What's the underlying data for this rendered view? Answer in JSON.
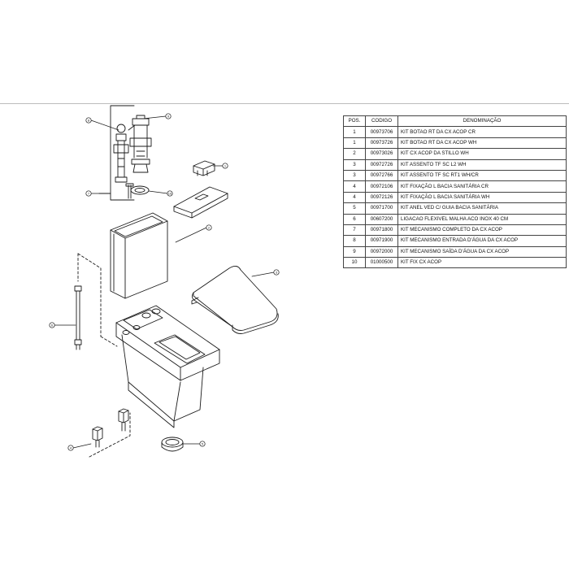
{
  "table": {
    "headers": {
      "pos": "POS.",
      "code": "CODIGO",
      "desc": "DENOMINAÇÃO"
    },
    "rows": [
      {
        "pos": "1",
        "code": "00973706",
        "desc": "KIT BOTAO RT DA CX ACOP CR"
      },
      {
        "pos": "1",
        "code": "00973726",
        "desc": "KIT BOTAO RT DA CX ACOP WH"
      },
      {
        "pos": "2",
        "code": "00973026",
        "desc": "KIT CX ACOP DA STILLO WH"
      },
      {
        "pos": "3",
        "code": "00972726",
        "desc": "KIT ASSENTO TF SC L2 WH"
      },
      {
        "pos": "3",
        "code": "00972766",
        "desc": "KIT ASSENTO TF SC RT1 WH/CR"
      },
      {
        "pos": "4",
        "code": "00972106",
        "desc": "KIT FIXAÇÃO L BACIA SANITÁRIA CR"
      },
      {
        "pos": "4",
        "code": "00972126",
        "desc": "KIT FIXAÇÃO L BACIA SANITÁRIA WH"
      },
      {
        "pos": "5",
        "code": "00971700",
        "desc": "KIT ANEL VED C/ GUIA BACIA SANITÁRIA"
      },
      {
        "pos": "6",
        "code": "00607200",
        "desc": "LIGACAO FLEXIVEL MALHA ACO INOX 40 CM"
      },
      {
        "pos": "7",
        "code": "00971800",
        "desc": "KIT MECANISMO COMPLETO DA CX ACOP"
      },
      {
        "pos": "8",
        "code": "00971900",
        "desc": "KIT MECANISMO ENTRADA D'ÁGUA DA CX ACOP"
      },
      {
        "pos": "9",
        "code": "00972000",
        "desc": "KIT MECANISMO SAÍDA D'ÁGUA DA CX ACOP"
      },
      {
        "pos": "10",
        "code": "01000500",
        "desc": "KIT FIX CX ACOP"
      }
    ]
  },
  "callouts": [
    "8",
    "9",
    "7",
    "10",
    "1",
    "2",
    "3",
    "6",
    "4",
    "5"
  ],
  "colors": {
    "line": "#1a1a1a",
    "divider": "#bdbdbd"
  }
}
